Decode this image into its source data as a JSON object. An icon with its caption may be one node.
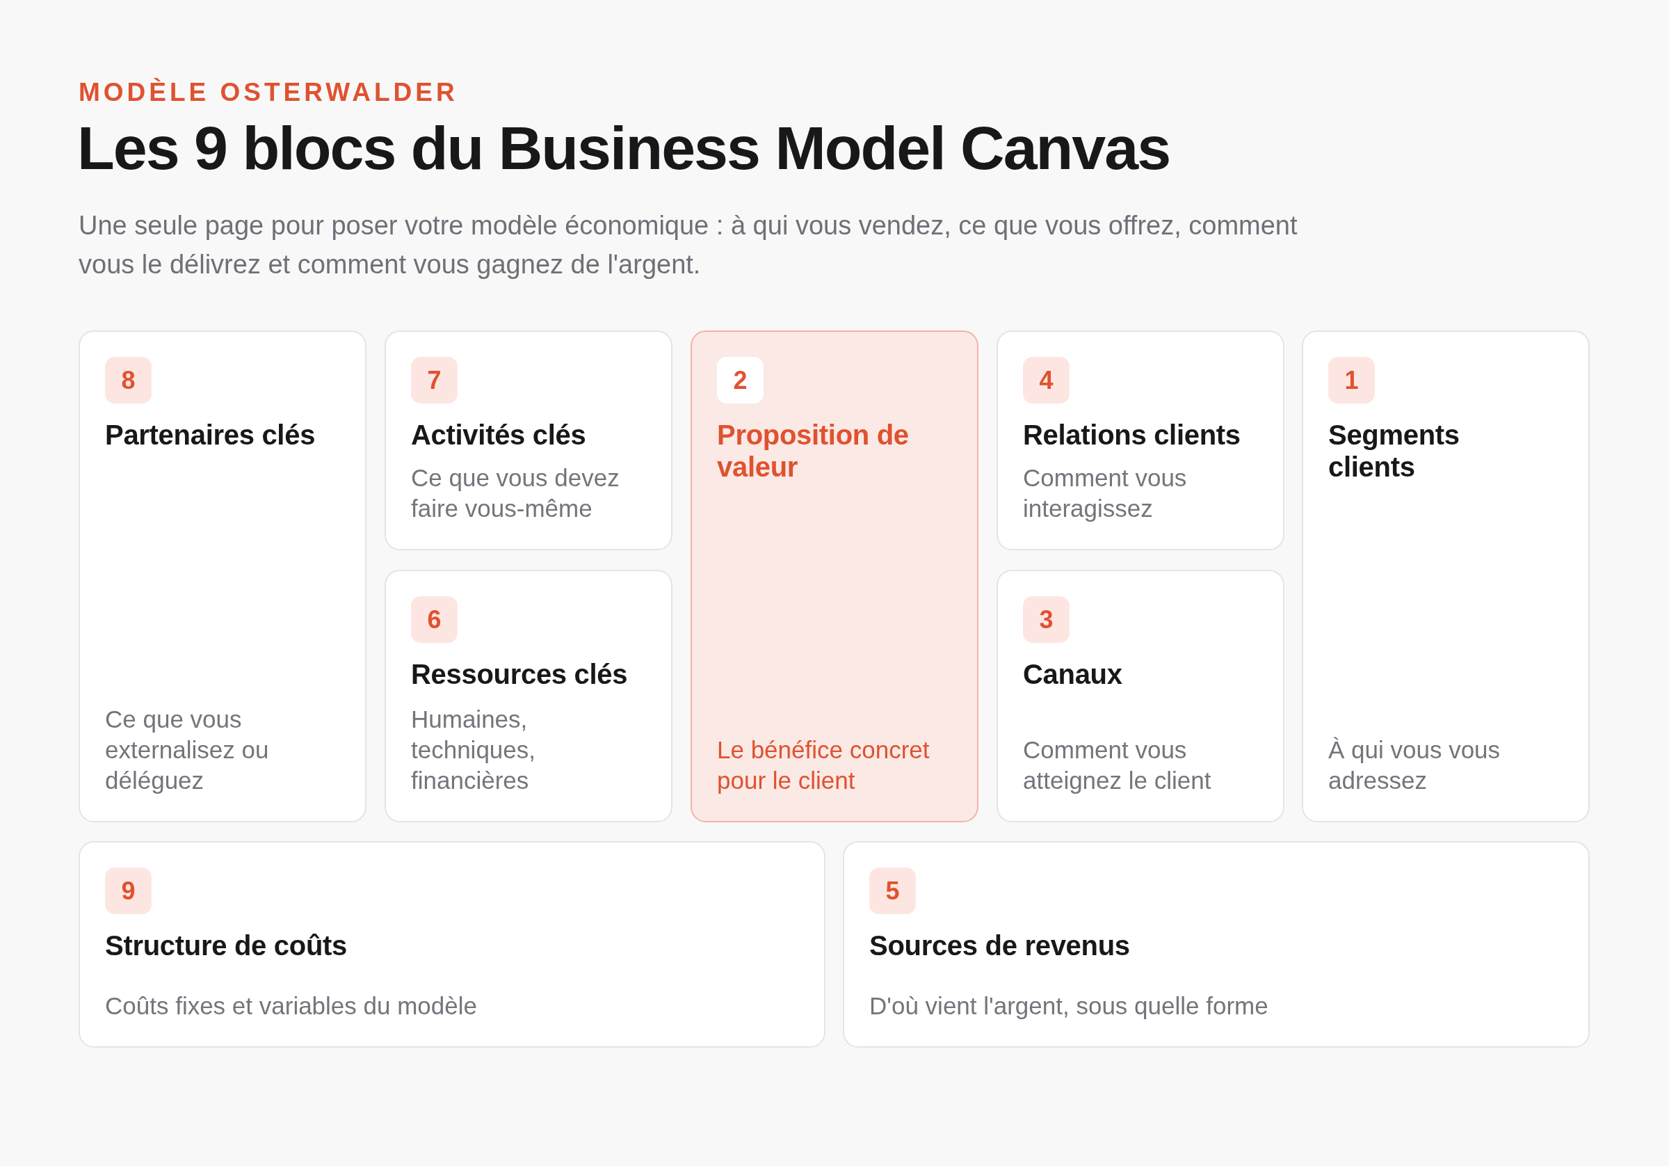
{
  "diagram": {
    "title": "Les 9 blocs du Business Model Canvas",
    "nodes": [
      {
        "text": [
          "Partenaires clés",
          "Ce que vous externalisez ou déléguez"
        ]
      },
      {
        "text": [
          "8"
        ],
        "in": 0
      },
      {
        "text": [
          "Activités clés",
          "Ce que vous devez faire vous-même"
        ]
      },
      {
        "text": [
          "7"
        ],
        "in": 2
      },
      {
        "text": [
          "Proposition de valeur",
          "Le bénéfice concret pour le client"
        ]
      },
      {
        "text": [
          "2"
        ],
        "in": 4
      },
      {
        "text": [
          "Relations clients",
          "Comment vous interagissez"
        ]
      },
      {
        "text": [
          "4"
        ],
        "in": 6
      },
      {
        "text": [
          "Segments clients",
          "À qui vous vous adressez"
        ]
      },
      {
        "text": [
          "1"
        ],
        "in": 8
      },
      {
        "text": [
          "Ressources clés",
          "Humaines, techniques, financières"
        ]
      },
      {
        "text": [
          "6"
        ],
        "in": 10
      },
      {
        "text": [
          "Canaux",
          "Comment vous atteignez le client"
        ]
      },
      {
        "text": [
          "3"
        ],
        "in": 12
      },
      {
        "text": [
          "Structure de coûts",
          "Coûts fixes et variables du modèle"
        ]
      },
      {
        "text": [
          "9"
        ],
        "in": 14
      },
      {
        "text": [
          "Sources de revenus",
          "D'où vient l'argent, sous quelle forme"
        ]
      },
      {
        "text": [
          "5"
        ],
        "in": 16
      }
    ],
    "labels": [
      "MODÈLE OSTERWALDER",
      "Une seule page pour poser votre modèle économique : à qui vous vendez, ce que vous offrez, comment vous le délivrez et comment vous gagnez de l'argent."
    ]
  }
}
